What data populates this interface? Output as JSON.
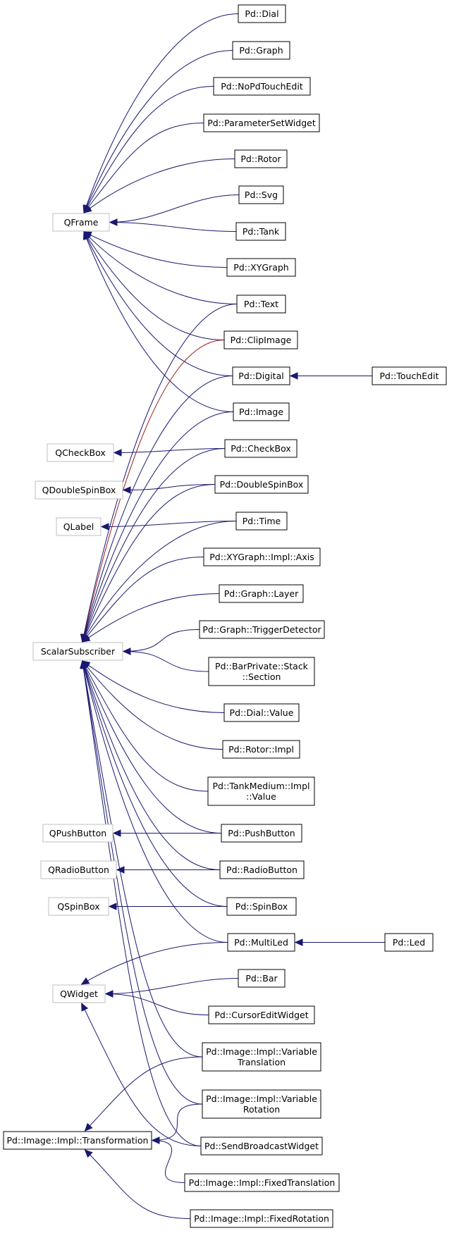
{
  "nodes": {
    "qframe": {
      "lines": [
        "QFrame"
      ],
      "external": true
    },
    "qcheckbox": {
      "lines": [
        "QCheckBox"
      ],
      "external": true
    },
    "qdoublespinbox": {
      "lines": [
        "QDoubleSpinBox"
      ],
      "external": true
    },
    "qlabel": {
      "lines": [
        "QLabel"
      ],
      "external": true
    },
    "scalarsub": {
      "lines": [
        "ScalarSubscriber"
      ],
      "external": true
    },
    "qpushbutton": {
      "lines": [
        "QPushButton"
      ],
      "external": true
    },
    "qradiobutton": {
      "lines": [
        "QRadioButton"
      ],
      "external": true
    },
    "qspinbox": {
      "lines": [
        "QSpinBox"
      ],
      "external": true
    },
    "qwidget": {
      "lines": [
        "QWidget"
      ],
      "external": true
    },
    "transformation": {
      "lines": [
        "Pd::Image::Impl::Transformation"
      ],
      "external": false
    },
    "dial": {
      "lines": [
        "Pd::Dial"
      ],
      "external": false
    },
    "graph": {
      "lines": [
        "Pd::Graph"
      ],
      "external": false
    },
    "nopdtouchedit": {
      "lines": [
        "Pd::NoPdTouchEdit"
      ],
      "external": false
    },
    "paramsetwidget": {
      "lines": [
        "Pd::ParameterSetWidget"
      ],
      "external": false
    },
    "rotor": {
      "lines": [
        "Pd::Rotor"
      ],
      "external": false
    },
    "svg": {
      "lines": [
        "Pd::Svg"
      ],
      "external": false
    },
    "tank": {
      "lines": [
        "Pd::Tank"
      ],
      "external": false
    },
    "xygraph": {
      "lines": [
        "Pd::XYGraph"
      ],
      "external": false
    },
    "text": {
      "lines": [
        "Pd::Text"
      ],
      "external": false
    },
    "clipimage": {
      "lines": [
        "Pd::ClipImage"
      ],
      "external": false
    },
    "digital": {
      "lines": [
        "Pd::Digital"
      ],
      "external": false
    },
    "touchedit": {
      "lines": [
        "Pd::TouchEdit"
      ],
      "external": false
    },
    "image": {
      "lines": [
        "Pd::Image"
      ],
      "external": false
    },
    "checkbox": {
      "lines": [
        "Pd::CheckBox"
      ],
      "external": false
    },
    "doublespinbox": {
      "lines": [
        "Pd::DoubleSpinBox"
      ],
      "external": false
    },
    "time": {
      "lines": [
        "Pd::Time"
      ],
      "external": false
    },
    "xyaxis": {
      "lines": [
        "Pd::XYGraph::Impl::Axis"
      ],
      "external": false
    },
    "graphlayer": {
      "lines": [
        "Pd::Graph::Layer"
      ],
      "external": false
    },
    "triggerdet": {
      "lines": [
        "Pd::Graph::TriggerDetector"
      ],
      "external": false
    },
    "barsection": {
      "lines": [
        "Pd::BarPrivate::Stack",
        "::Section"
      ],
      "external": false
    },
    "dialvalue": {
      "lines": [
        "Pd::Dial::Value"
      ],
      "external": false
    },
    "rotorimpl": {
      "lines": [
        "Pd::Rotor::Impl"
      ],
      "external": false
    },
    "tankvalue": {
      "lines": [
        "Pd::TankMedium::Impl",
        "::Value"
      ],
      "external": false
    },
    "pushbutton": {
      "lines": [
        "Pd::PushButton"
      ],
      "external": false
    },
    "radiobutton": {
      "lines": [
        "Pd::RadioButton"
      ],
      "external": false
    },
    "spinbox": {
      "lines": [
        "Pd::SpinBox"
      ],
      "external": false
    },
    "multiled": {
      "lines": [
        "Pd::MultiLed"
      ],
      "external": false
    },
    "led": {
      "lines": [
        "Pd::Led"
      ],
      "external": false
    },
    "bar": {
      "lines": [
        "Pd::Bar"
      ],
      "external": false
    },
    "cursoredit": {
      "lines": [
        "Pd::CursorEditWidget"
      ],
      "external": false
    },
    "vartrans": {
      "lines": [
        "Pd::Image::Impl::Variable",
        "Translation"
      ],
      "external": false
    },
    "varrot": {
      "lines": [
        "Pd::Image::Impl::Variable",
        "Rotation"
      ],
      "external": false
    },
    "sendbcast": {
      "lines": [
        "Pd::SendBroadcastWidget"
      ],
      "external": false
    },
    "fixedtrans": {
      "lines": [
        "Pd::Image::Impl::FixedTranslation"
      ],
      "external": false
    },
    "fixedrot": {
      "lines": [
        "Pd::Image::Impl::FixedRotation"
      ],
      "external": false
    }
  },
  "edges": [
    {
      "from": "dial",
      "to": "qframe",
      "color": "#191970"
    },
    {
      "from": "graph",
      "to": "qframe",
      "color": "#191970"
    },
    {
      "from": "nopdtouchedit",
      "to": "qframe",
      "color": "#191970"
    },
    {
      "from": "paramsetwidget",
      "to": "qframe",
      "color": "#191970"
    },
    {
      "from": "rotor",
      "to": "qframe",
      "color": "#191970"
    },
    {
      "from": "svg",
      "to": "qframe",
      "color": "#191970"
    },
    {
      "from": "tank",
      "to": "qframe",
      "color": "#191970"
    },
    {
      "from": "xygraph",
      "to": "qframe",
      "color": "#191970"
    },
    {
      "from": "text",
      "to": "qframe",
      "color": "#191970"
    },
    {
      "from": "clipimage",
      "to": "qframe",
      "color": "#191970"
    },
    {
      "from": "digital",
      "to": "qframe",
      "color": "#191970"
    },
    {
      "from": "image",
      "to": "qframe",
      "color": "#191970"
    },
    {
      "from": "touchedit",
      "to": "digital",
      "color": "#191970"
    },
    {
      "from": "checkbox",
      "to": "qcheckbox",
      "color": "#191970"
    },
    {
      "from": "doublespinbox",
      "to": "qdoublespinbox",
      "color": "#191970"
    },
    {
      "from": "time",
      "to": "qlabel",
      "color": "#191970"
    },
    {
      "from": "text",
      "to": "scalarsub",
      "color": "#191970"
    },
    {
      "from": "clipimage",
      "to": "scalarsub",
      "color": "#9a1b1b"
    },
    {
      "from": "digital",
      "to": "scalarsub",
      "color": "#191970"
    },
    {
      "from": "image",
      "to": "scalarsub",
      "color": "#191970"
    },
    {
      "from": "checkbox",
      "to": "scalarsub",
      "color": "#191970"
    },
    {
      "from": "doublespinbox",
      "to": "scalarsub",
      "color": "#191970"
    },
    {
      "from": "time",
      "to": "scalarsub",
      "color": "#191970"
    },
    {
      "from": "xyaxis",
      "to": "scalarsub",
      "color": "#191970"
    },
    {
      "from": "graphlayer",
      "to": "scalarsub",
      "color": "#191970"
    },
    {
      "from": "triggerdet",
      "to": "scalarsub",
      "color": "#191970"
    },
    {
      "from": "barsection",
      "to": "scalarsub",
      "color": "#191970"
    },
    {
      "from": "dialvalue",
      "to": "scalarsub",
      "color": "#191970"
    },
    {
      "from": "rotorimpl",
      "to": "scalarsub",
      "color": "#191970"
    },
    {
      "from": "tankvalue",
      "to": "scalarsub",
      "color": "#191970"
    },
    {
      "from": "pushbutton",
      "to": "scalarsub",
      "color": "#191970"
    },
    {
      "from": "radiobutton",
      "to": "scalarsub",
      "color": "#191970"
    },
    {
      "from": "spinbox",
      "to": "scalarsub",
      "color": "#191970"
    },
    {
      "from": "multiled",
      "to": "scalarsub",
      "color": "#191970"
    },
    {
      "from": "vartrans",
      "to": "scalarsub",
      "color": "#191970"
    },
    {
      "from": "varrot",
      "to": "scalarsub",
      "color": "#191970"
    },
    {
      "from": "sendbcast",
      "to": "scalarsub",
      "color": "#191970"
    },
    {
      "from": "pushbutton",
      "to": "qpushbutton",
      "color": "#191970"
    },
    {
      "from": "radiobutton",
      "to": "qradiobutton",
      "color": "#191970"
    },
    {
      "from": "spinbox",
      "to": "qspinbox",
      "color": "#191970"
    },
    {
      "from": "led",
      "to": "multiled",
      "color": "#191970"
    },
    {
      "from": "multiled",
      "to": "qwidget",
      "color": "#191970"
    },
    {
      "from": "bar",
      "to": "qwidget",
      "color": "#191970"
    },
    {
      "from": "cursoredit",
      "to": "qwidget",
      "color": "#191970"
    },
    {
      "from": "sendbcast",
      "to": "qwidget",
      "color": "#191970"
    },
    {
      "from": "vartrans",
      "to": "transformation",
      "color": "#191970"
    },
    {
      "from": "varrot",
      "to": "transformation",
      "color": "#191970"
    },
    {
      "from": "fixedtrans",
      "to": "transformation",
      "color": "#191970"
    },
    {
      "from": "fixedrot",
      "to": "transformation",
      "color": "#191970"
    }
  ],
  "colors": {
    "edge": "#191970",
    "edge_highlight": "#9a1b1b",
    "external_border": "#bfbfbf",
    "node_border": "#000000"
  }
}
